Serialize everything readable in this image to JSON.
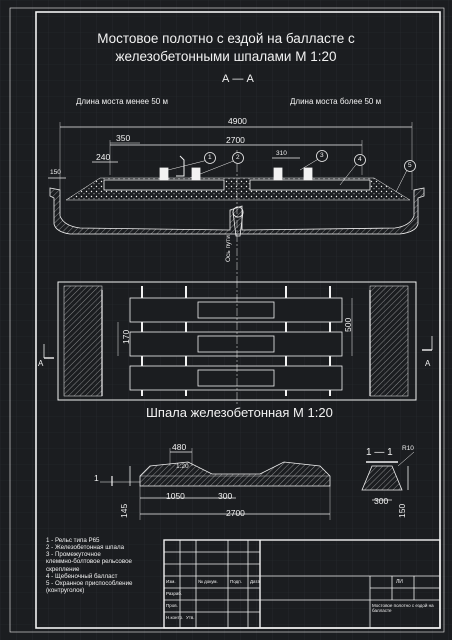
{
  "title": {
    "line1": "Мостовое полотно с ездой на балласте с",
    "line2": "железобетонными шпалами М 1:20"
  },
  "section": {
    "label": "А — А",
    "left_caption": "Длина моста менее 50 м",
    "right_caption": "Длина моста более 50 м",
    "axis_label": "Ось пути"
  },
  "dimensions": {
    "overall_width": "4900",
    "gauge_span": "2700",
    "d350": "350",
    "d240": "240",
    "d150": "150",
    "d310": "310",
    "d170": "170",
    "d500": "500"
  },
  "callouts": [
    "1",
    "2",
    "3",
    "4",
    "5"
  ],
  "plan_markers": {
    "left": "А",
    "right": "А"
  },
  "sleeper": {
    "title": "Шпала железобетонная М 1:20",
    "d480": "480",
    "ratio": "1:20",
    "d1050": "1050",
    "d300": "300",
    "d2700": "2700",
    "d145": "145",
    "marker": "1",
    "section_label": "1 — 1",
    "radius": "R10",
    "d300b": "300",
    "d150": "150"
  },
  "legend": [
    "1 - Рельс типа Р65",
    "2 - Железобетонная шпала",
    "3 - Промежуточное",
    "клеммно-болтовое рельсовое",
    "скрепление",
    "4 - Щебеночный балласт",
    "5 - Охранное приспособление",
    "(контруголок)"
  ],
  "titleblock": {
    "r1": "Изм.",
    "r2": "№ докум.",
    "r3": "Подп.",
    "r4": "Дата",
    "r5": "Разраб.",
    "r6": "Пров.",
    "r7": "Н.контр.",
    "r8": "Утв.",
    "sheet": "ЛИ",
    "code": "Мостовое полотно с ездой на балласте"
  },
  "colors": {
    "background": "#1b1d20",
    "line": "#f2f2f2",
    "grid": "#2a2d31"
  }
}
